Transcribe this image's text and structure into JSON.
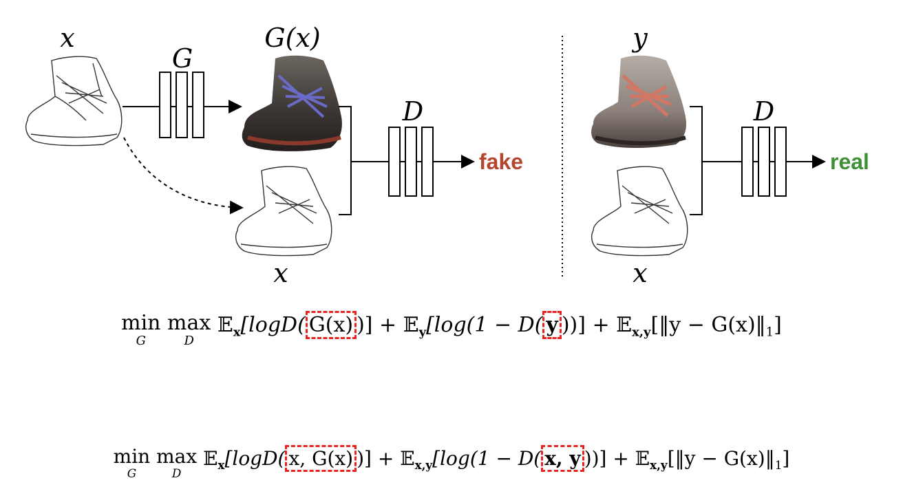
{
  "labels": {
    "x_top": "x",
    "G": "G",
    "Gx": "G(x)",
    "D_left": "D",
    "fake": "fake",
    "x_bottom_left": "x",
    "y_top": "y",
    "D_right": "D",
    "real": "real",
    "x_bottom_right": "x"
  },
  "colors": {
    "fake": "#b2472e",
    "real": "#3f8f36",
    "highlight": "#e8231f",
    "arrow": "#0f3f99"
  },
  "equation_top": {
    "min": "min",
    "min_under": "G",
    "max": "max",
    "max_under": "D",
    "term1_pre": "𝔼",
    "term1_sub": "x",
    "term1_a": "[logD(",
    "term1_hl": "G(x)",
    "term1_b": ")]",
    "plus1": " + ",
    "term2_pre": "𝔼",
    "term2_sub": "y",
    "term2_a": "[log(1 − D(",
    "term2_hl": "y",
    "term2_b": "))]",
    "plus2": " + ",
    "term3_pre": "𝔼",
    "term3_sub": "x,y",
    "term3_a": "[‖y − G(x)‖",
    "term3_sub2": "1",
    "term3_b": "]"
  },
  "equation_bottom": {
    "min": "min",
    "min_under": "G",
    "max": "max",
    "max_under": "D",
    "term1_pre": "𝔼",
    "term1_sub": "x",
    "term1_a": "[logD(",
    "term1_hl": "x, G(x)",
    "term1_b": ")]",
    "plus1": " + ",
    "term2_pre": "𝔼",
    "term2_sub": "x,y",
    "term2_a": "[log(1 − D(",
    "term2_hl": "x, y",
    "term2_b": "))]",
    "plus2": " + ",
    "term3_pre": "𝔼",
    "term3_sub": "x,y",
    "term3_a": "[‖y − G(x)‖",
    "term3_sub2": "1",
    "term3_b": "]"
  }
}
